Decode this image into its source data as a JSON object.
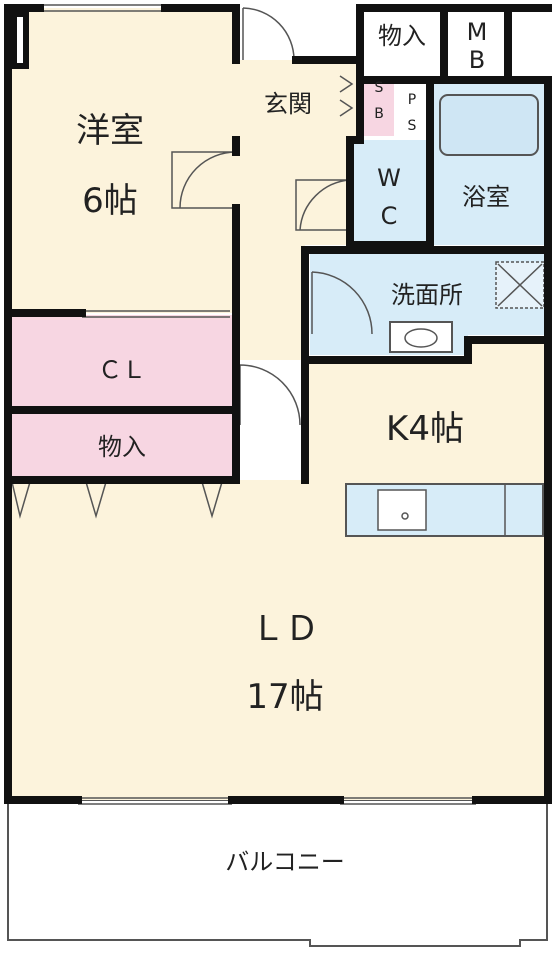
{
  "rooms": {
    "western": {
      "name": "洋室",
      "size": "6帖"
    },
    "closet": {
      "name": "ＣＬ"
    },
    "storage_main": {
      "name": "物入"
    },
    "entrance": {
      "name": "玄関"
    },
    "storage_top": {
      "name": "物入"
    },
    "meter_box": {
      "line1": "M",
      "line2": "B"
    },
    "shoe_box": {
      "line1": "S",
      "line2": "B"
    },
    "pipe_space": {
      "line1": "P",
      "line2": "S"
    },
    "toilet": {
      "line1": "W",
      "line2": "C"
    },
    "bath": {
      "name": "浴室"
    },
    "washroom": {
      "name": "洗面所"
    },
    "kitchen": {
      "name": "K",
      "size": "4帖"
    },
    "living": {
      "name": "ＬＤ",
      "size": "17帖"
    },
    "balcony": {
      "name": "バルコニー"
    }
  },
  "colors": {
    "living_floor": "#fcf3dc",
    "closet_fill": "#f7d6e2",
    "wet_area_fill": "#d7ecf8",
    "wall": "#111111",
    "balcony_fill": "#ffffff"
  }
}
